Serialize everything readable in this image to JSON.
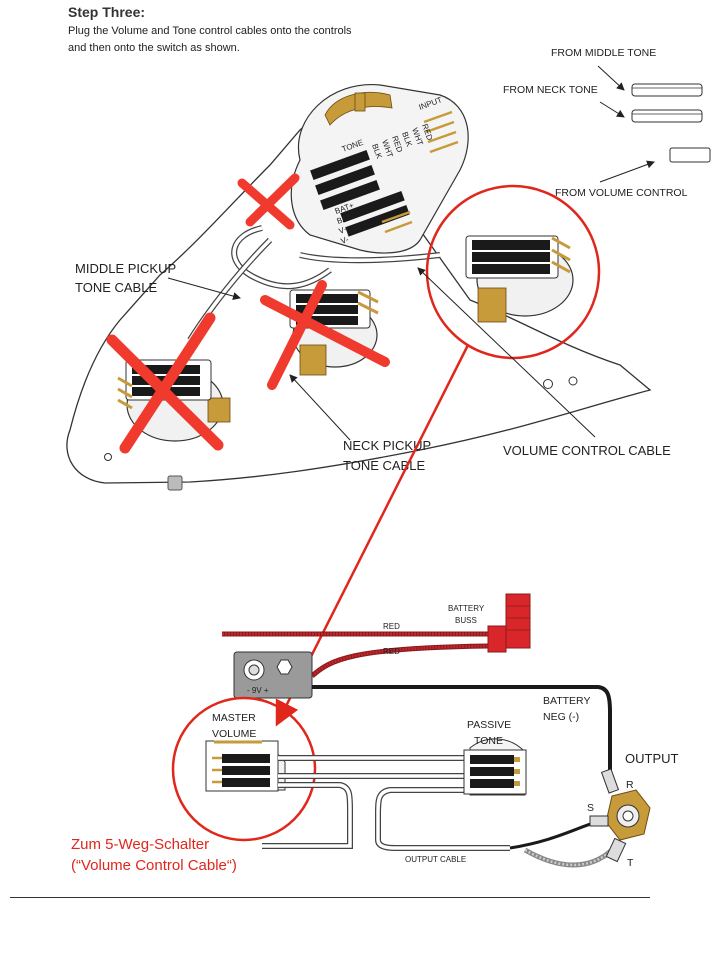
{
  "heading": "Step Three:",
  "instructions": [
    "Plug the Volume and Tone control cables onto the controls",
    "and then onto the switch as shown."
  ],
  "top_labels": {
    "from_middle_tone": "FROM MIDDLE TONE",
    "from_neck_tone": "FROM NECK TONE",
    "from_volume_control": "FROM VOLUME CONTROL",
    "middle_pickup_tone_cable": [
      "MIDDLE PICKUP",
      "TONE CABLE"
    ],
    "neck_pickup_tone_cable": [
      "NECK PICKUP",
      "TONE CABLE"
    ],
    "volume_control_cable": "VOLUME CONTROL CABLE"
  },
  "board_labels": {
    "tone": "TONE",
    "input": "INPUT",
    "pins": [
      "BLK",
      "WHT",
      "RED",
      "BLK",
      "WHT",
      "RED"
    ],
    "bat_pins": [
      "BAT+",
      "BAT-",
      "V+",
      "V-"
    ]
  },
  "bottom_labels": {
    "battery_buss": [
      "BATTERY",
      "BUSS"
    ],
    "red_1": "RED",
    "red_2": "RED",
    "battery_symbols": "-  9V  +",
    "battery_neg": [
      "BATTERY",
      "NEG (-)"
    ],
    "master_volume": [
      "MASTER",
      "VOLUME"
    ],
    "passive_tone": [
      "PASSIVE",
      "TONE"
    ],
    "output": "OUTPUT",
    "r": "R",
    "s": "S",
    "t": "T",
    "output_cable": "OUTPUT CABLE"
  },
  "annotation": [
    "Zum 5-Weg-Schalter",
    "(“Volume Control Cable“)"
  ],
  "colors": {
    "annotation_red": "#e1261c",
    "wire_red": "#c1272d",
    "connector_red": "#d9262b",
    "brass": "#c79a3a",
    "black": "#1a1a1a"
  }
}
